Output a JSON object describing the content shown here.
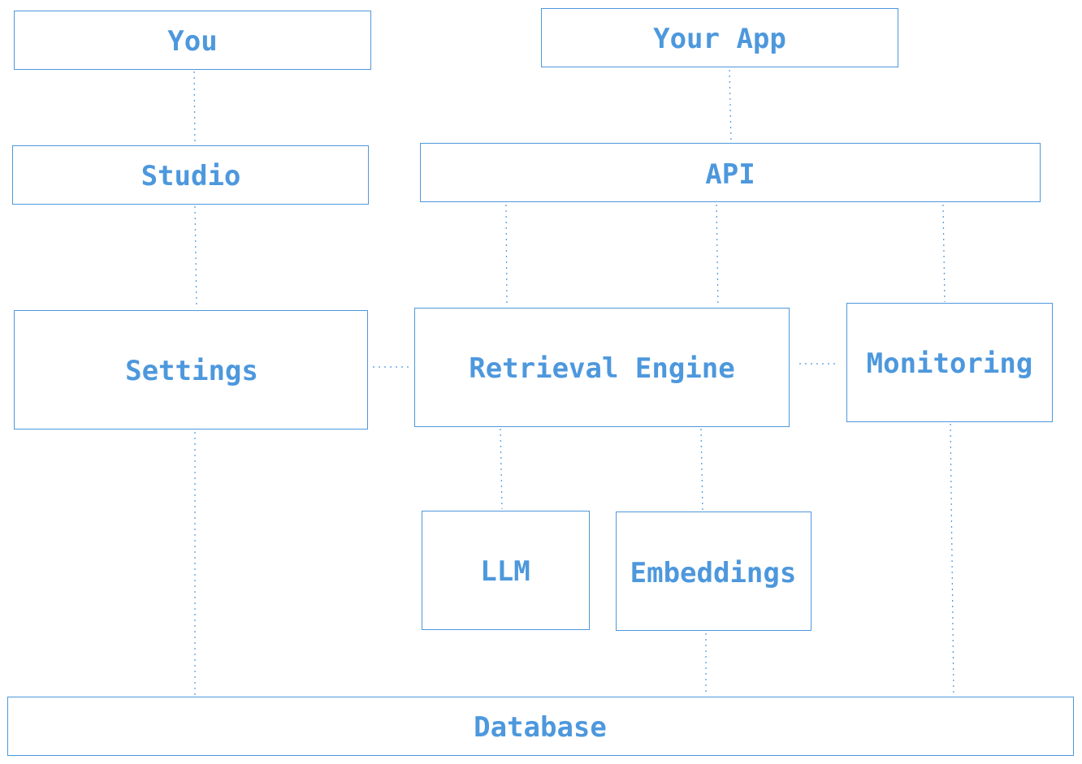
{
  "diagram": {
    "accent_color": "#4d98dd",
    "nodes": {
      "you": "You",
      "your_app": "Your App",
      "studio": "Studio",
      "api": "API",
      "settings": "Settings",
      "retrieval_engine": "Retrieval Engine",
      "monitoring": "Monitoring",
      "llm": "LLM",
      "embeddings": "Embeddings",
      "database": "Database"
    },
    "connections": [
      [
        "you",
        "studio"
      ],
      [
        "your_app",
        "api"
      ],
      [
        "studio",
        "settings"
      ],
      [
        "api",
        "retrieval_engine"
      ],
      [
        "api",
        "retrieval_engine"
      ],
      [
        "api",
        "monitoring"
      ],
      [
        "settings",
        "retrieval_engine"
      ],
      [
        "retrieval_engine",
        "monitoring"
      ],
      [
        "retrieval_engine",
        "llm"
      ],
      [
        "retrieval_engine",
        "embeddings"
      ],
      [
        "settings",
        "database"
      ],
      [
        "embeddings",
        "database"
      ],
      [
        "monitoring",
        "database"
      ]
    ]
  }
}
